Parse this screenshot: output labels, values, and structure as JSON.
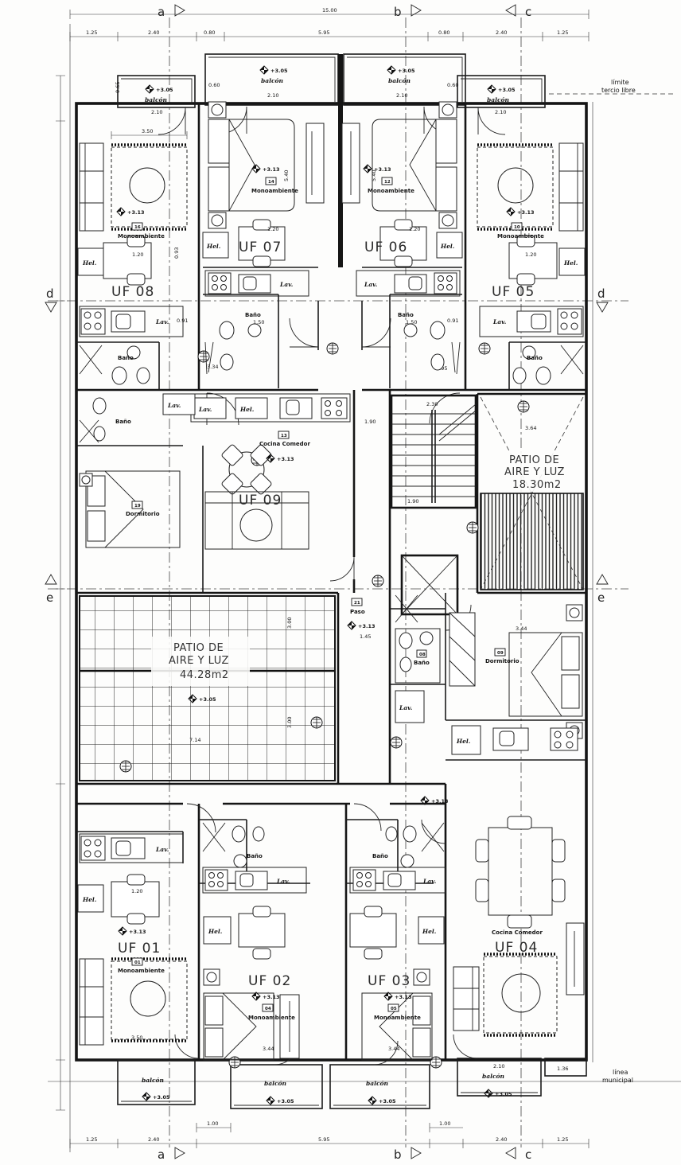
{
  "grid": {
    "a": "a",
    "b": "b",
    "c": "c",
    "d": "d",
    "e": "e"
  },
  "boundary": {
    "limite_line1": "límite",
    "limite_line2": "tercio libre",
    "municipal_line1": "línea",
    "municipal_line2": "municipal"
  },
  "units": {
    "uf01": "UF 01",
    "uf02": "UF 02",
    "uf03": "UF 03",
    "uf04": "UF 04",
    "uf05": "UF 05",
    "uf06": "UF 06",
    "uf07": "UF 07",
    "uf08": "UF 08",
    "uf09": "UF 09"
  },
  "rooms": {
    "monoambiente": "Monoambiente",
    "banio": "Baño",
    "lav": "Lav.",
    "hel": "Hel.",
    "cocina_comedor": "Cocina Comedor",
    "dormitorio": "Dormitorio",
    "paso": "Paso",
    "balcon": "balcón"
  },
  "patios": {
    "line1": "PATIO DE",
    "line2": "AIRE Y LUZ",
    "area_small": "18.30m2",
    "area_large": "44.28m2"
  },
  "levels": {
    "l305": "+3.05",
    "l313": "+3.13"
  },
  "tags": {
    "mono_uf08": "16",
    "mono_uf07": "14",
    "mono_uf06": "12",
    "mono_uf05": "10",
    "cocina_uf09": "13",
    "dorm_uf09": "19",
    "paso": "21",
    "banio_uf04": "08",
    "dorm_uf04": "09",
    "mono_uf01": "01",
    "mono_uf02": "04",
    "mono_uf03": "05"
  },
  "dims": {
    "total": "15.00",
    "d125": "1.25",
    "d240": "2.40",
    "d080": "0.80",
    "d595": "5.95",
    "d210": "2.10",
    "d060": "0.60",
    "d100": "1.00",
    "d065": "0.65",
    "d350": "3.50",
    "d344": "3.44",
    "d364": "3.64",
    "d230": "2.30",
    "d190": "1.90",
    "d295": "2.95",
    "d334": "3.34",
    "d091": "0.91",
    "d093": "0.93",
    "d714": "7.14",
    "d300": "3.00",
    "d540": "5.40",
    "d145": "1.45",
    "d120": "1.20",
    "d150": "1.50",
    "d136": "1.36"
  }
}
